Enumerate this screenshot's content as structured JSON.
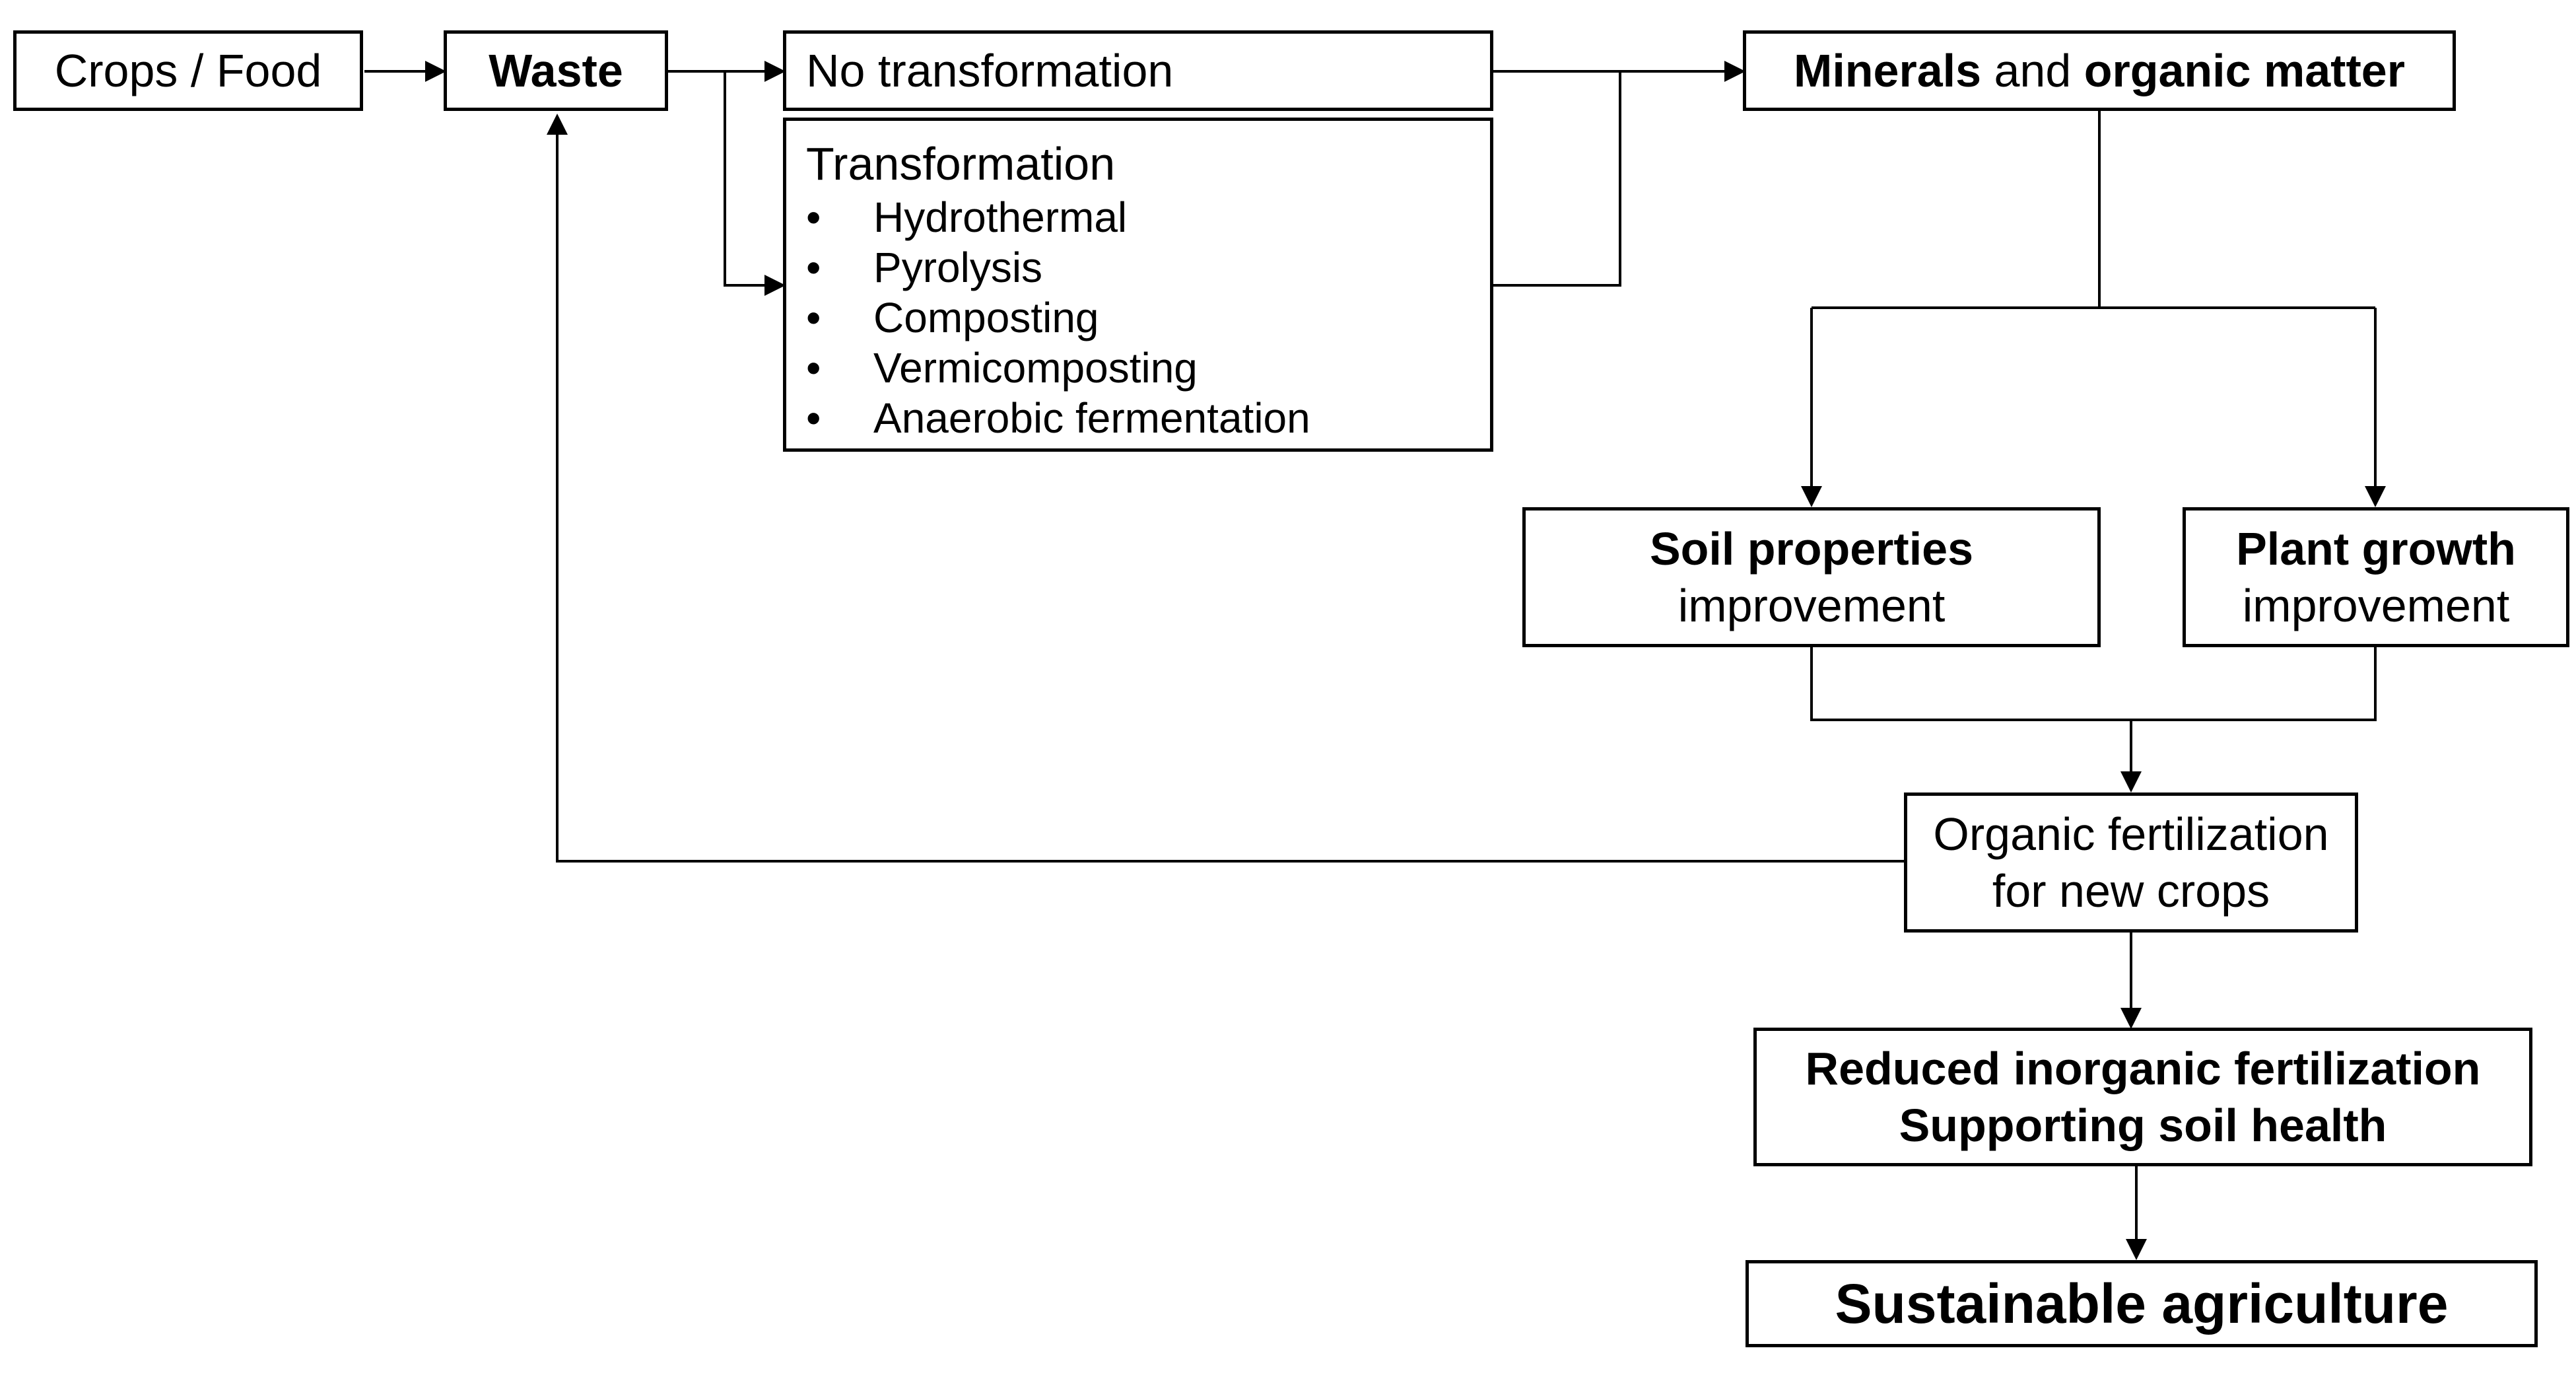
{
  "nodes": {
    "crops_food": "Crops / Food",
    "waste": "Waste",
    "no_transformation": "No transformation",
    "transformation": {
      "title": "Transformation",
      "bullet": "•",
      "items": [
        "Hydrothermal",
        "Pyrolysis",
        "Composting",
        "Vermicomposting",
        "Anaerobic fermentation"
      ]
    },
    "minerals": {
      "part1": "Minerals",
      "part2": " and ",
      "part3": "organic matter"
    },
    "soil": {
      "line1": "Soil properties",
      "line2": "improvement"
    },
    "plant": {
      "line1": "Plant growth",
      "line2": "improvement"
    },
    "organic_fert": {
      "line1": "Organic fertilization",
      "line2": "for new crops"
    },
    "reduced": {
      "line1": "Reduced inorganic fertilization",
      "line2": "Supporting soil health"
    },
    "sustainable": "Sustainable agriculture"
  },
  "colors": {
    "stroke": "#000000",
    "background": "#ffffff"
  }
}
